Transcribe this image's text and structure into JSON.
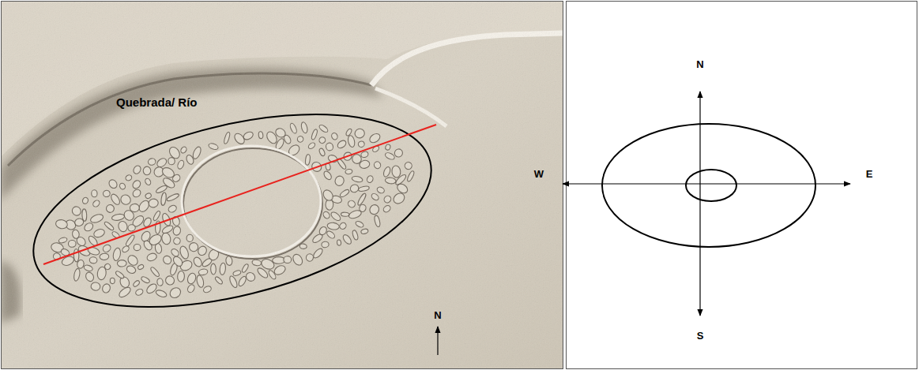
{
  "diagram": {
    "labels": [
      "Quebrada/ Río",
      "N",
      "N",
      "W",
      "E",
      "S"
    ]
  }
}
